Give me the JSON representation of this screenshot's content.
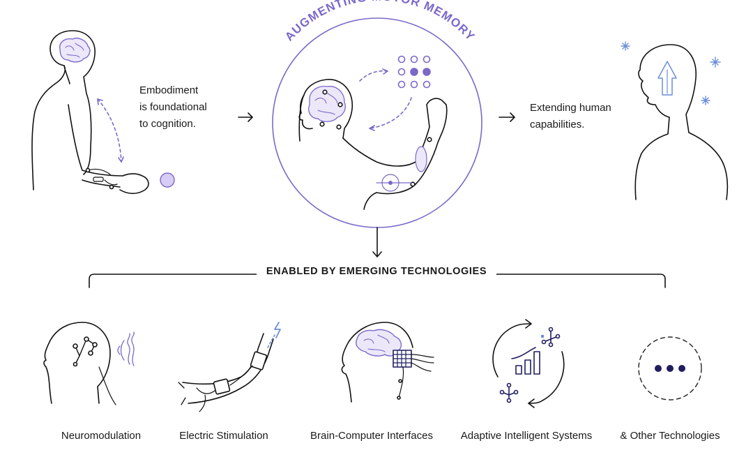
{
  "title": "AUGMENTING MOTOR MEMORY",
  "left_text": {
    "line1": "Embodiment",
    "line2": "is foundational",
    "line3": "to cognition."
  },
  "right_text": {
    "line1": "Extending human",
    "line2": "capabilities."
  },
  "enabled_by": "ENABLED BY EMERGING TECHNOLOGIES",
  "technologies": [
    {
      "label": "Neuromodulation",
      "icon": "neuromodulation-icon"
    },
    {
      "label": "Electric Stimulation",
      "icon": "electric-stimulation-icon"
    },
    {
      "label": "Brain-Computer Interfaces",
      "icon": "brain-computer-interface-icon"
    },
    {
      "label": "Adaptive Intelligent Systems",
      "icon": "adaptive-systems-icon"
    },
    {
      "label": "& Other Technologies",
      "icon": "ellipsis-icon"
    }
  ],
  "colors": {
    "accent": "#7b68c9",
    "accent_light": "#cfc6f2",
    "ink": "#111111",
    "navy": "#1f1d5e",
    "blue": "#6b8fd8"
  }
}
